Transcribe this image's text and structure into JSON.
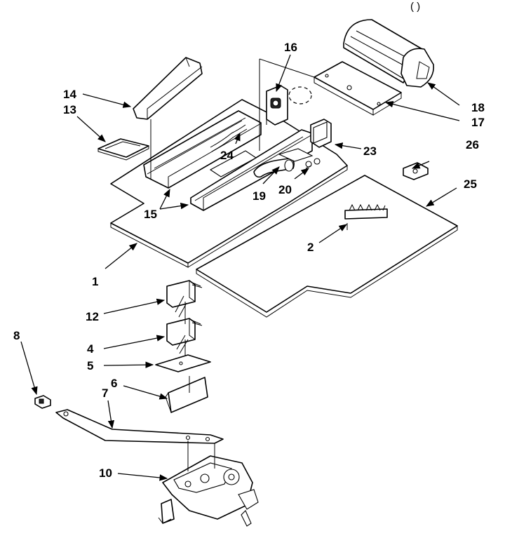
{
  "top_text": "(  )",
  "callouts": {
    "c1": "1",
    "c2": "2",
    "c4": "4",
    "c5": "5",
    "c6": "6",
    "c7": "7",
    "c8": "8",
    "c10": "10",
    "c12": "12",
    "c13": "13",
    "c14": "14",
    "c15": "15",
    "c16": "16",
    "c17": "17",
    "c18": "18",
    "c19": "19",
    "c20": "20",
    "c23": "23",
    "c24": "24",
    "c25": "25",
    "c26": "26"
  }
}
